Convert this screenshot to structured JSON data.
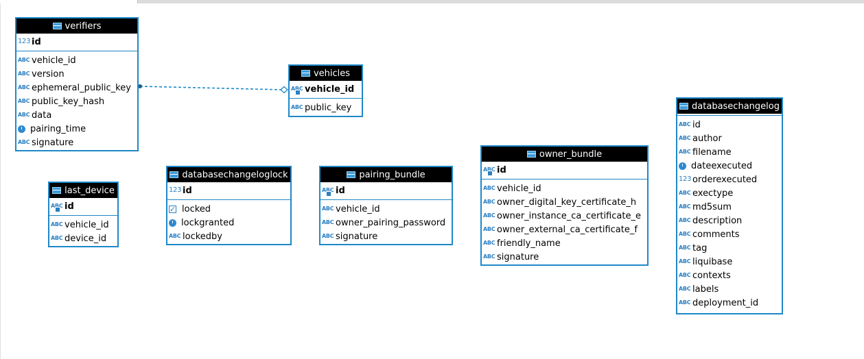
{
  "entities": {
    "verifiers": {
      "name": "verifiers",
      "pk": [
        {
          "name": "id",
          "type_icon": "123"
        }
      ],
      "columns": [
        {
          "name": "vehicle_id",
          "type_icon": "ABC"
        },
        {
          "name": "version",
          "type_icon": "ABC"
        },
        {
          "name": "ephemeral_public_key",
          "type_icon": "ABC"
        },
        {
          "name": "public_key_hash",
          "type_icon": "ABC"
        },
        {
          "name": "data",
          "type_icon": "ABC"
        },
        {
          "name": "pairing_time",
          "type_icon": "clock"
        },
        {
          "name": "signature",
          "type_icon": "ABC"
        }
      ]
    },
    "vehicles": {
      "name": "vehicles",
      "pk": [
        {
          "name": "vehicle_id",
          "type_icon": "ABC-key"
        }
      ],
      "columns": [
        {
          "name": "public_key",
          "type_icon": "ABC"
        }
      ]
    },
    "databasechangelog": {
      "name": "databasechangelog",
      "pk": [],
      "columns": [
        {
          "name": "id",
          "type_icon": "ABC"
        },
        {
          "name": "author",
          "type_icon": "ABC"
        },
        {
          "name": "filename",
          "type_icon": "ABC"
        },
        {
          "name": "dateexecuted",
          "type_icon": "clock"
        },
        {
          "name": "orderexecuted",
          "type_icon": "123"
        },
        {
          "name": "exectype",
          "type_icon": "ABC"
        },
        {
          "name": "md5sum",
          "type_icon": "ABC"
        },
        {
          "name": "description",
          "type_icon": "ABC"
        },
        {
          "name": "comments",
          "type_icon": "ABC"
        },
        {
          "name": "tag",
          "type_icon": "ABC"
        },
        {
          "name": "liquibase",
          "type_icon": "ABC"
        },
        {
          "name": "contexts",
          "type_icon": "ABC"
        },
        {
          "name": "labels",
          "type_icon": "ABC"
        },
        {
          "name": "deployment_id",
          "type_icon": "ABC"
        }
      ]
    },
    "owner_bundle": {
      "name": "owner_bundle",
      "pk": [
        {
          "name": "id",
          "type_icon": "ABC-key"
        }
      ],
      "columns": [
        {
          "name": "vehicle_id",
          "type_icon": "ABC"
        },
        {
          "name": "owner_digital_key_certificate_h",
          "type_icon": "ABC"
        },
        {
          "name": "owner_instance_ca_certificate_e",
          "type_icon": "ABC"
        },
        {
          "name": "owner_external_ca_certificate_f",
          "type_icon": "ABC"
        },
        {
          "name": "friendly_name",
          "type_icon": "ABC"
        },
        {
          "name": "signature",
          "type_icon": "ABC"
        }
      ]
    },
    "last_device": {
      "name": "last_device",
      "pk": [
        {
          "name": "id",
          "type_icon": "ABC-key"
        }
      ],
      "columns": [
        {
          "name": "vehicle_id",
          "type_icon": "ABC"
        },
        {
          "name": "device_id",
          "type_icon": "ABC"
        }
      ]
    },
    "databasechangeloglock": {
      "name": "databasechangeloglock",
      "pk": [
        {
          "name": "id",
          "type_icon": "123"
        }
      ],
      "columns": [
        {
          "name": "locked",
          "type_icon": "checkbox"
        },
        {
          "name": "lockgranted",
          "type_icon": "clock"
        },
        {
          "name": "lockedby",
          "type_icon": "ABC"
        }
      ]
    },
    "pairing_bundle": {
      "name": "pairing_bundle",
      "pk": [
        {
          "name": "id",
          "type_icon": "ABC-key"
        }
      ],
      "columns": [
        {
          "name": "vehicle_id",
          "type_icon": "ABC"
        },
        {
          "name": "owner_pairing_password",
          "type_icon": "ABC"
        },
        {
          "name": "signature",
          "type_icon": "ABC"
        }
      ]
    }
  },
  "relationships": [
    {
      "from": "verifiers",
      "to": "vehicles",
      "style": "dashed",
      "color": "#1e88c8"
    }
  ],
  "colors": {
    "entity_border": "#1e88c8",
    "header_bg": "#000000",
    "header_text": "#ffffff",
    "type_icon": "#2b7fc1"
  }
}
